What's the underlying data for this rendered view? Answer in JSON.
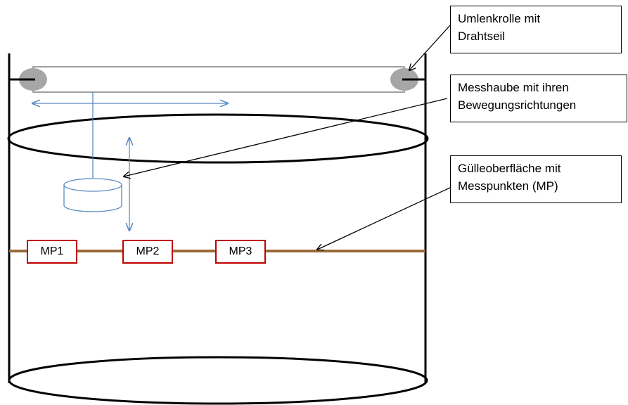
{
  "callouts": {
    "pulley": {
      "line1": "Umlenkrolle mit",
      "line2": "Drahtseil"
    },
    "hood": {
      "line1": "Messhaube mit ihren",
      "line2": "Bewegungsrichtungen"
    },
    "surface": {
      "line1": "Gülleoberfläche mit",
      "line2": "Messpunkten (MP)"
    }
  },
  "measurement_points": [
    "MP1",
    "MP2",
    "MP3"
  ],
  "colors": {
    "outline": "#000000",
    "arrow_blue": "#5b8cc0",
    "pulley_gray": "#a6a6a6",
    "surface_brown": "#9b6a3a",
    "mp_border": "#c00000"
  }
}
